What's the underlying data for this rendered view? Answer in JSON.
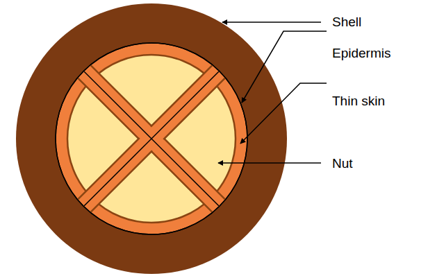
{
  "diagram": {
    "labels": [
      "Shell",
      "Epidermis",
      "Thin skin",
      "Nut"
    ]
  }
}
